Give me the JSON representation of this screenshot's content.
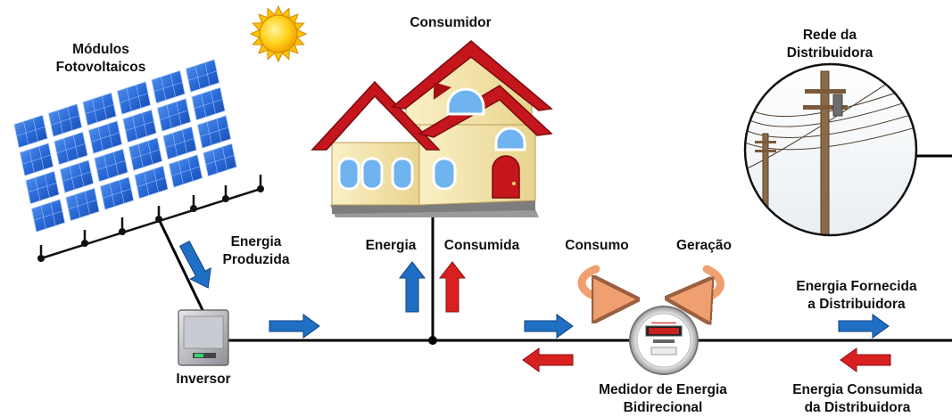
{
  "labels": {
    "modules_line1": "Módulos",
    "modules_line2": "Fotovoltaicos",
    "consumer": "Consumidor",
    "grid_line1": "Rede da",
    "grid_line2": "Distribuidora",
    "energy_produced_line1": "Energia",
    "energy_produced_line2": "Produzida",
    "energy": "Energia",
    "consumed": "Consumida",
    "consumption": "Consumo",
    "generation": "Geração",
    "supplied_line1": "Energia Fornecida",
    "supplied_line2": "a Distribuidora",
    "inverter": "Inversor",
    "meter_line1": "Medidor de Energia",
    "meter_line2": "Bidirecional",
    "consumed_from_line1": "Energia Consumida",
    "consumed_from_line2": "da Distribuidora"
  },
  "colors": {
    "flow_blue": "#1f6fc4",
    "flow_red": "#d92020",
    "cycle_orange": "#f0a070",
    "panel_blue": "#2a6ad8",
    "roof_red": "#c4161c",
    "wall_cream": "#f6e7b0",
    "sun_yellow": "#ffd21a",
    "wire": "#000000"
  },
  "icons": {
    "sun": "sun-icon",
    "panels": "solar-panel-icon",
    "house": "house-icon",
    "inverter": "inverter-icon",
    "meter": "energy-meter-icon",
    "grid": "utility-pole-icon"
  }
}
